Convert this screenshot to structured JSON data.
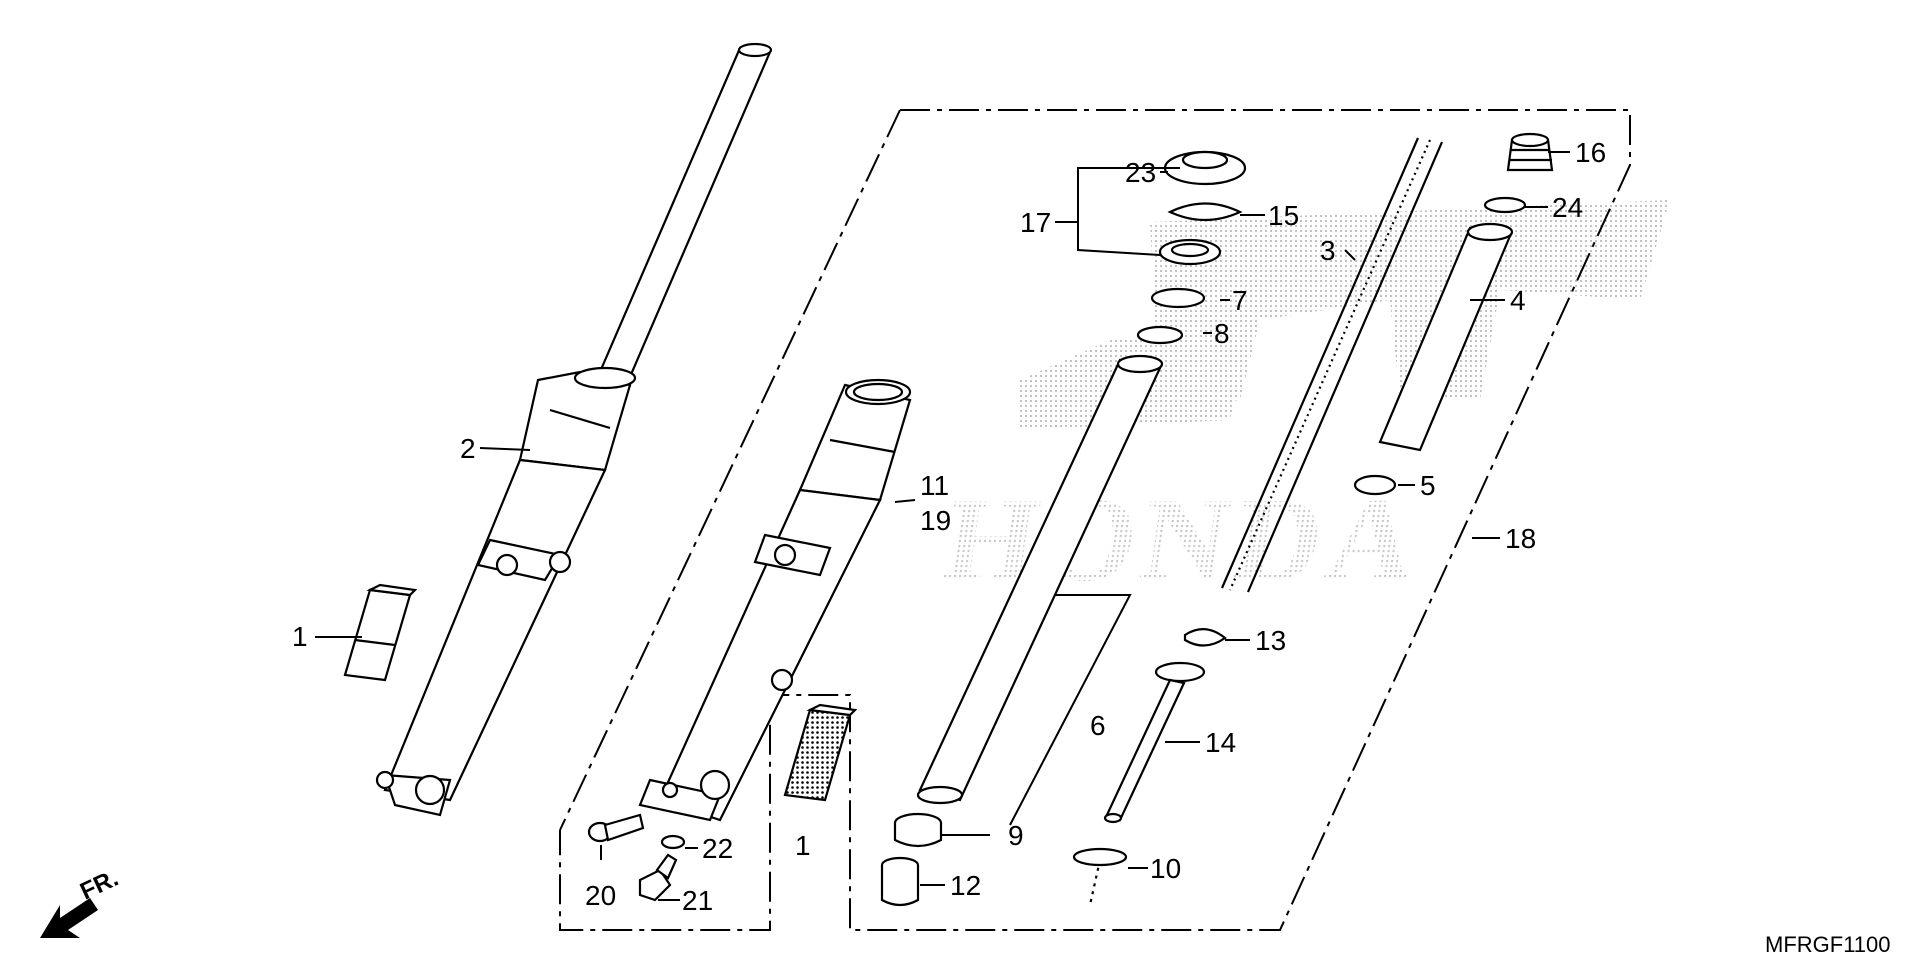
{
  "diagram": {
    "code": "MFRGF1100",
    "direction_label": "FR.",
    "callouts": {
      "c1a": "1",
      "c1b": "1",
      "c2": "2",
      "c3": "3",
      "c4": "4",
      "c5": "5",
      "c6": "6",
      "c7": "7",
      "c8": "8",
      "c9": "9",
      "c10": "10",
      "c11": "11",
      "c12": "12",
      "c13": "13",
      "c14": "14",
      "c15": "15",
      "c16": "16",
      "c17": "17",
      "c18": "18",
      "c19": "19",
      "c20": "20",
      "c21": "21",
      "c22": "22",
      "c23": "23",
      "c24": "24"
    },
    "watermark_text": "HONDA"
  }
}
